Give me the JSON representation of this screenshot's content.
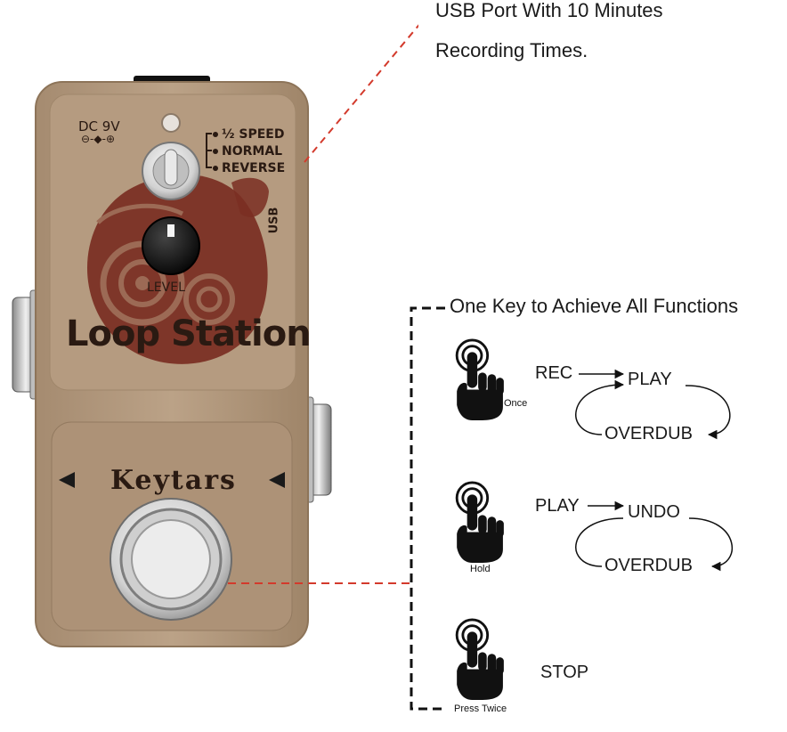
{
  "callouts": {
    "usb_line1": "USB Port With 10 Minutes",
    "usb_line2": "Recording Times.",
    "functions_title": "One Key to Achieve All Functions"
  },
  "pedal": {
    "power_label": "DC 9V",
    "power_symbol": "⊖-◆-⊕",
    "speed_options": [
      "½ SPEED",
      "NORMAL",
      "REVERSE"
    ],
    "usb_label": "USB",
    "level_label": "LEVEL",
    "product_name": "Loop Station",
    "brand": "Keytars",
    "colors": {
      "body": "#b39a7f",
      "artwork": "#7a2e22",
      "text": "#2a1a12"
    }
  },
  "functions": [
    {
      "gesture": "Once",
      "from": "REC",
      "to": "PLAY",
      "loop": "OVERDUB"
    },
    {
      "gesture": "Hold",
      "from": "PLAY",
      "to": "UNDO",
      "loop": "OVERDUB"
    },
    {
      "gesture": "Press Twice",
      "action": "STOP"
    }
  ],
  "icons": {
    "press": "hand-press-icon"
  }
}
